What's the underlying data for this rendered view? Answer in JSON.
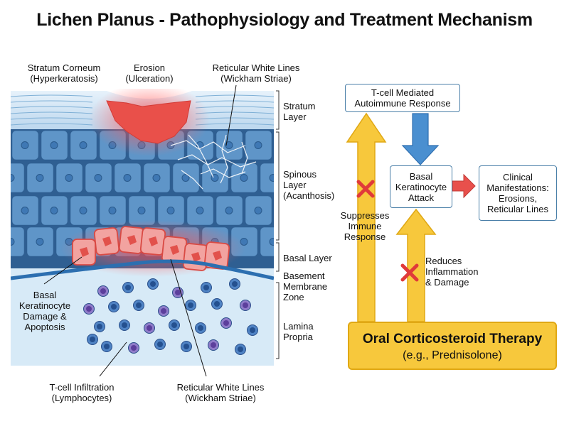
{
  "title": "Lichen Planus - Pathophysiology and Treatment Mechanism",
  "top_labels": {
    "stratum_corneum": [
      "Stratum Corneum",
      "(Hyperkeratosis)"
    ],
    "erosion": [
      "Erosion",
      "(Ulceration)"
    ],
    "reticular_top": [
      "Reticular White Lines",
      "(Wickham Striae)"
    ]
  },
  "layer_labels": {
    "stratum": [
      "Stratum",
      "Layer"
    ],
    "spinous": [
      "Spinous",
      "Layer",
      "(Acanthosis)"
    ],
    "basal": "Basal Layer",
    "bmz": [
      "Basement",
      "Membrane",
      "Zone"
    ],
    "lamina": [
      "Lamina",
      "Propria"
    ]
  },
  "tissue_labels": {
    "damage": [
      "Basal",
      "Keratinocyte",
      "Damage &",
      "Apoptosis"
    ],
    "tcell": [
      "T-cell Infiltration",
      "(Lymphocytes)"
    ],
    "reticular_bottom": [
      "Reticular White Lines",
      "(Wickham Striae)"
    ]
  },
  "flow": {
    "tcell_box": [
      "T-cell Mediated",
      "Autoimmune Response"
    ],
    "basal_box": [
      "Basal",
      "Keratinocyte",
      "Attack"
    ],
    "clinical_box": [
      "Clinical",
      "Manifestations:",
      "Erosions,",
      "Reticular Lines"
    ],
    "suppress": [
      "Suppresses",
      "Immune",
      "Response"
    ],
    "reduce": [
      "Reduces",
      "Inflammation",
      "& Damage"
    ],
    "therapy_title": "Oral Corticosteroid Therapy",
    "therapy_sub": "(e.g., Prednisolone)"
  },
  "colors": {
    "skin_light": "#cfe3f2",
    "cell_fill": "#5f95c8",
    "cell_border": "#2f5f92",
    "dermis": "#d9ebf7",
    "inflammation": "#e84a4a",
    "arrow_yellow": "#f7c83c",
    "arrow_blue": "#4a8fd0",
    "inhibit_x": "#e03a3a"
  },
  "icons": [
    "inhibit-x-icon",
    "inhibit-x-icon",
    "arrow-up-icon",
    "arrow-down-icon",
    "arrow-right-icon"
  ]
}
